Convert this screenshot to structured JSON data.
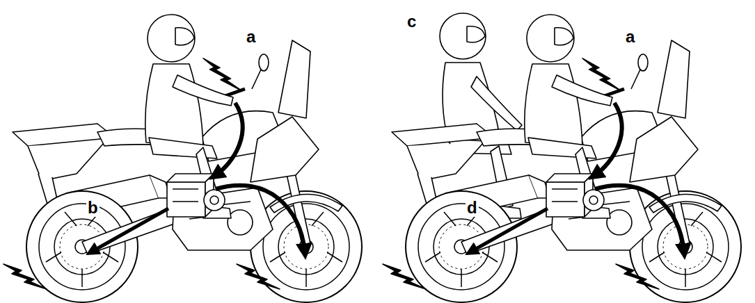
{
  "diagram": {
    "labels": [
      "a",
      "b",
      "c",
      "a",
      "d"
    ]
  }
}
